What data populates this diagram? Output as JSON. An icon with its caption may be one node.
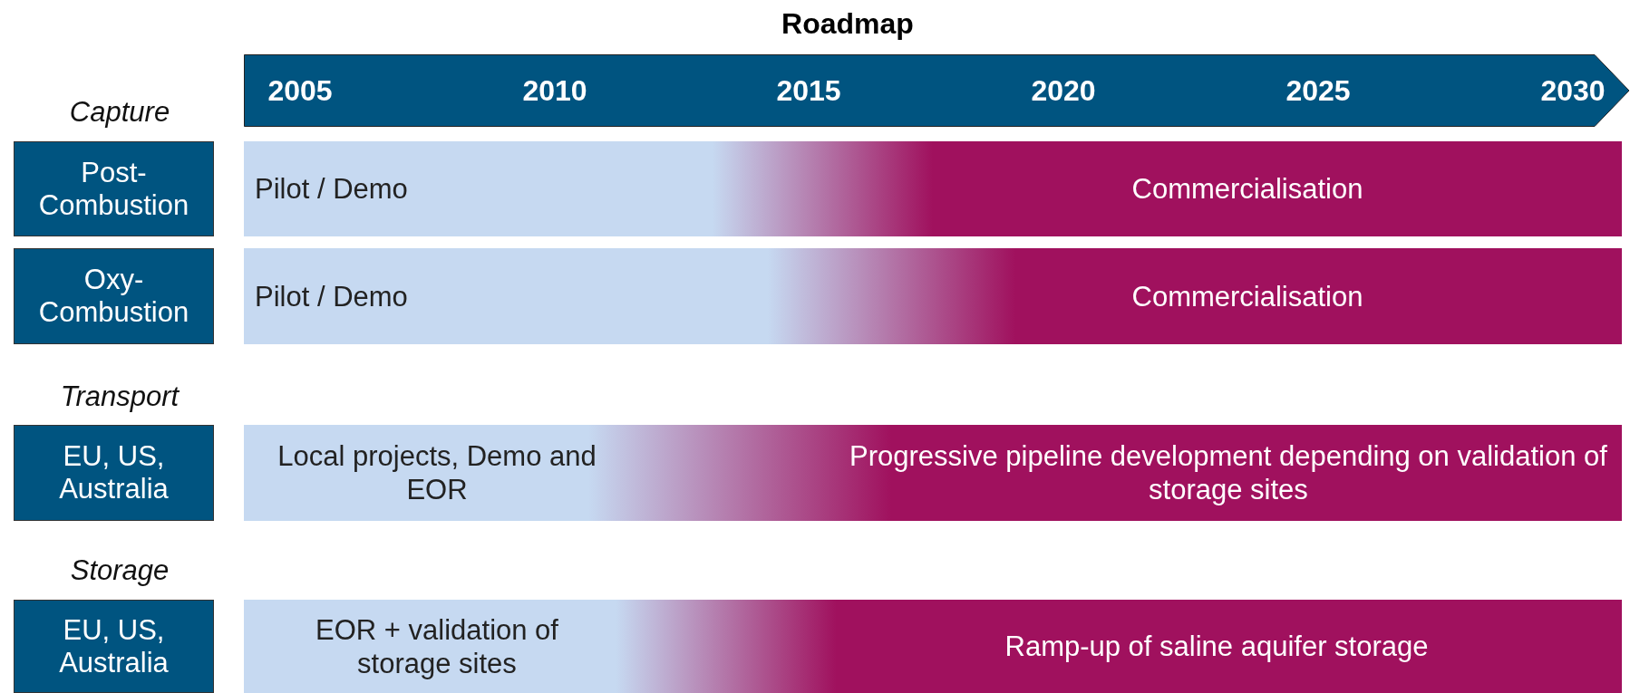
{
  "diagram": {
    "title": "Roadmap",
    "nodes": [
      {
        "text": [
          "2005",
          "2010",
          "2015",
          "2020",
          "2025",
          "2030"
        ]
      },
      {
        "text": [
          "Post-Combustion"
        ]
      },
      {
        "text": [
          "Pilot / Demo",
          "Commercialisation"
        ]
      },
      {
        "text": [
          "Oxy-Combustion"
        ]
      },
      {
        "text": [
          "Pilot / Demo",
          "Commercialisation"
        ]
      },
      {
        "text": [
          "EU, US, Australia"
        ]
      },
      {
        "text": [
          "Local projects, Demo and EOR",
          "Progressive pipeline development depending on validation of storage sites"
        ]
      },
      {
        "text": [
          "EU, US, Australia"
        ]
      },
      {
        "text": [
          "EOR + validation of storage sites",
          "Ramp-up of saline aquifer storage"
        ]
      }
    ],
    "labels": [
      "Capture",
      "Transport",
      "Storage"
    ]
  }
}
